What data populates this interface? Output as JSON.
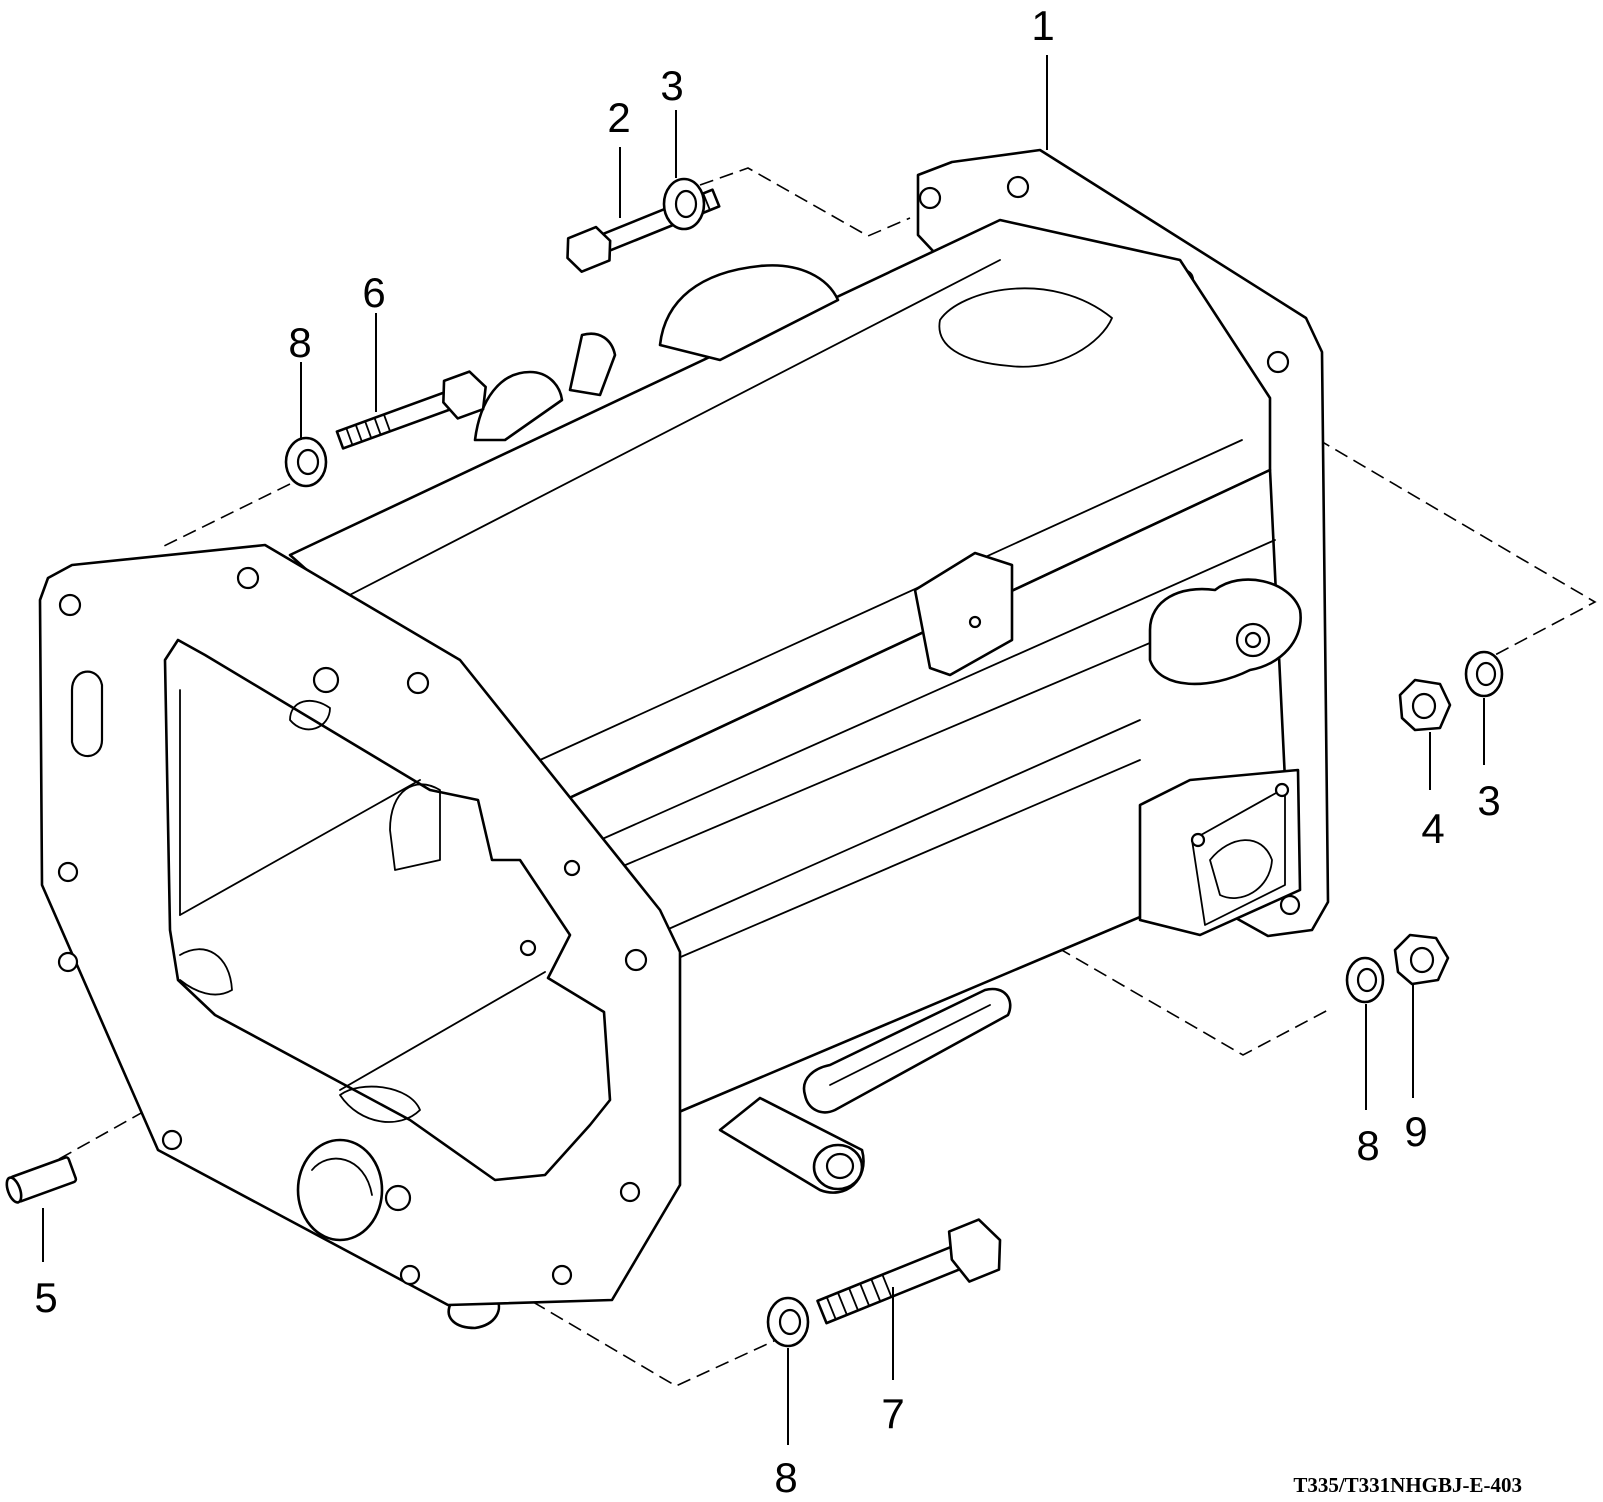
{
  "callouts": {
    "c1": "1",
    "c2": "2",
    "c3a": "3",
    "c3b": "3",
    "c4": "4",
    "c5": "5",
    "c6": "6",
    "c7": "7",
    "c8a": "8",
    "c8b": "8",
    "c8c": "8",
    "c9": "9"
  },
  "drawing_code": "T335/T331NHGBJ-E-403"
}
